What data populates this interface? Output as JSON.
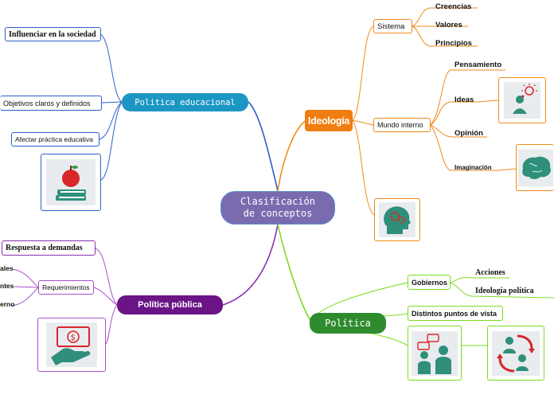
{
  "root": {
    "line1": "Clasificación",
    "line2": "de conceptos"
  },
  "politica_educacional": {
    "title": "Politica educacional",
    "children": [
      "Influenciar en la sociedad",
      "Objetivos claros y definidos",
      "Afectar práctica educativa"
    ],
    "icon": "apple-books-icon",
    "color": "#1c97c4"
  },
  "ideologia": {
    "title": "Ideología",
    "color": "#ef7d10",
    "sistema": {
      "label": "Sistema",
      "children": [
        "Creencias",
        "Valores",
        "Principios"
      ]
    },
    "mundo_interno": {
      "label": "Mundo interno",
      "children": [
        "Pensamiento",
        "Ideas",
        "Opinión",
        "Imaginación"
      ]
    },
    "icons": [
      "idea-person-icon",
      "brain-icon",
      "head-gears-icon"
    ]
  },
  "politica_publica": {
    "title": "Política pública",
    "color": "#6a1485",
    "children": [
      "Respuesta a demandas",
      "Requerimientos"
    ],
    "requerimientos_children": [
      "ales",
      "ntes",
      "erno"
    ],
    "icon": "money-hand-icon"
  },
  "politica": {
    "title": "Política",
    "color": "#2e8b2e",
    "gobiernos": {
      "label": "Gobiernos",
      "children": [
        "Acciones",
        "Ideología política"
      ]
    },
    "distintos": "Distintos puntos de vista",
    "icons": [
      "people-chat-icon",
      "people-exchange-icon"
    ]
  }
}
